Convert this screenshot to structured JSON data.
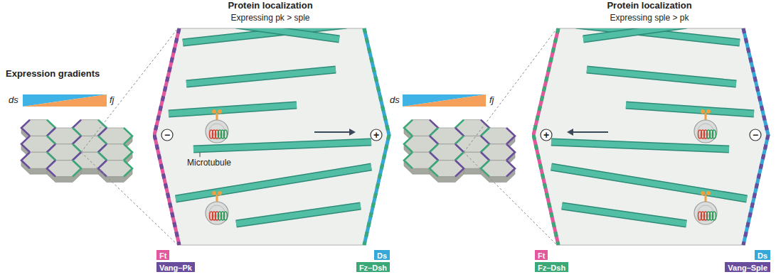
{
  "diagram": {
    "nodes": [
      {
        "text": [
          "Protein localization",
          "Expressing pk > sple",
          "Microtubule",
          "−",
          "+"
        ]
      },
      {
        "text": [
          "Protein localization",
          "Expressing sple > pk",
          "+",
          "−"
        ]
      }
    ],
    "labels": [
      "Expression gradients",
      "ds",
      "fj",
      "ds",
      "fj"
    ],
    "legend": [
      {
        "text": "Ft",
        "color": "#e3579d"
      },
      {
        "text": "Vang–Pk",
        "color": "#6a4c9c"
      },
      {
        "text": "Ds",
        "color": "#36a8d8"
      },
      {
        "text": "Fz–Dsh",
        "color": "#3aa877"
      },
      {
        "text": "Ft",
        "color": "#e3579d"
      },
      {
        "text": "Fz–Dsh",
        "color": "#3aa877"
      },
      {
        "text": "Ds",
        "color": "#36a8d8"
      },
      {
        "text": "Vang–Sple",
        "color": "#6a4c9c"
      }
    ]
  }
}
